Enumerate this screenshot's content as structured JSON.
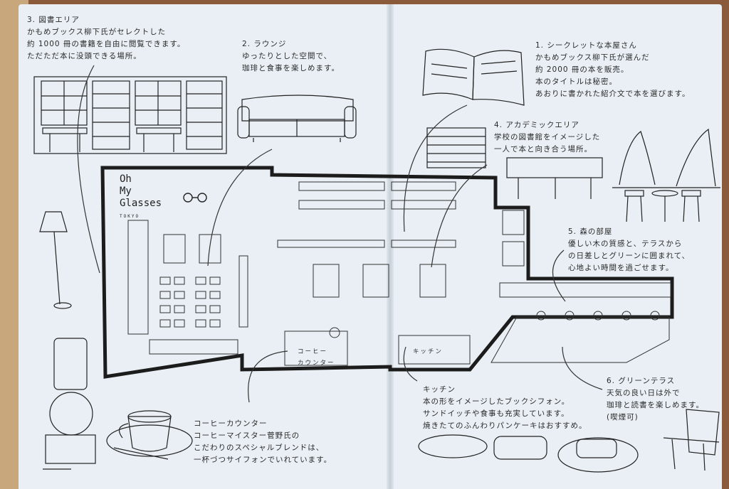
{
  "brand": {
    "line1": "Oh",
    "line2": "My",
    "line3": "Glasses",
    "sub": "TOKYO"
  },
  "areas": [
    {
      "id": "book-area",
      "lines": [
        "3. 図書エリア",
        "かもめブックス柳下氏がセレクトした",
        "約 1000 冊の書籍を自由に閲覧できます。",
        "ただただ本に没頭できる場所。"
      ]
    },
    {
      "id": "lounge",
      "lines": [
        "2. ラウンジ",
        "ゆったりとした空間で、",
        "珈琲と食事を楽しめます。"
      ]
    },
    {
      "id": "secret-bookstore",
      "lines": [
        "1. シークレットな本屋さん",
        "かもめブックス柳下氏が選んだ",
        "約 2000 冊の本を販売。",
        "本のタイトルは秘密。",
        "あおりに書かれた紹介文で本を選びます。"
      ]
    },
    {
      "id": "academic-area",
      "lines": [
        "4. アカデミックエリア",
        "学校の図書館をイメージした",
        "一人で本と向き合う場所。"
      ]
    },
    {
      "id": "forest-room",
      "lines": [
        "5. 森の部屋",
        "優しい木の質感と、テラスから",
        "の日差しとグリーンに囲まれて、",
        "心地よい時間を過ごせます。"
      ]
    },
    {
      "id": "green-terrace",
      "lines": [
        "6. グリーンテラス",
        "天気の良い日は外で",
        "珈琲と読書を楽しめます。",
        "(喫煙可)"
      ]
    },
    {
      "id": "kitchen",
      "lines": [
        "キッチン",
        "本の形をイメージしたブックシフォン。",
        "サンドイッチや食事も充実しています。",
        "焼きたてのふんわりパンケーキはおすすめ。"
      ]
    },
    {
      "id": "coffee-counter",
      "lines": [
        "コーヒーカウンター",
        "コーヒーマイスター菅野氏の",
        "こだわりのスペシャルブレンドは、",
        "一杯づつサイフォンでいれています。"
      ]
    }
  ],
  "map_labels": {
    "coffee": "コーヒー",
    "counter": "カウンター",
    "kitchen": "キッチン"
  },
  "colors": {
    "paper": "#e9eff4",
    "ink": "#222222",
    "wood_table": "#8a5a3a"
  }
}
